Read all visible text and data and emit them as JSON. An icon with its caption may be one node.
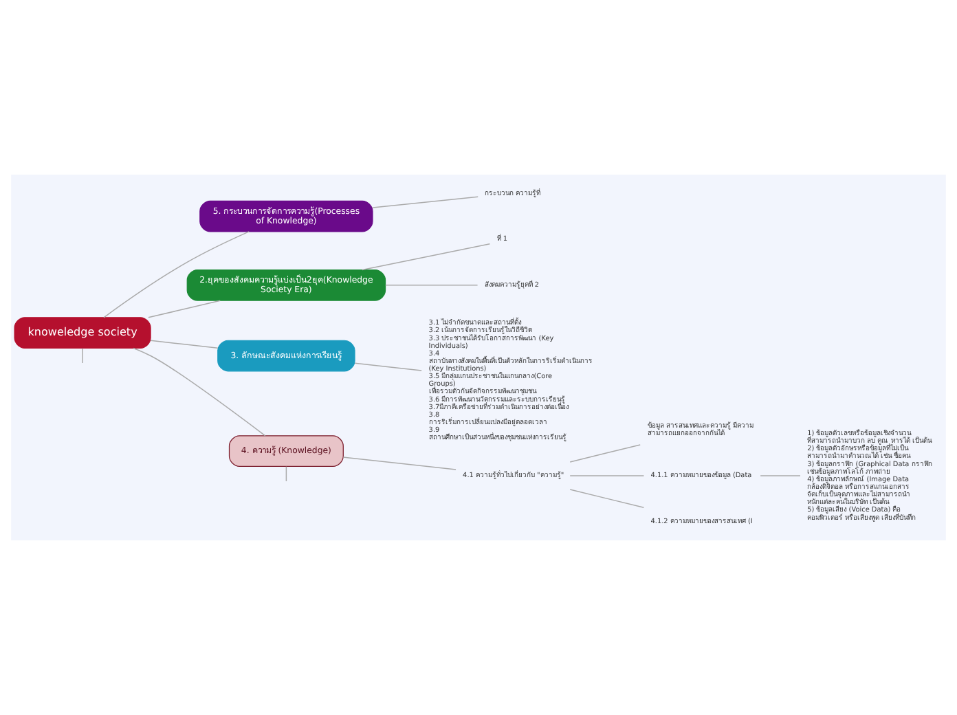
{
  "diagram": {
    "nodes": [
      {
        "text": [
          "knoweledge society"
        ]
      },
      {
        "text": [
          "5. กระบวนการจัดการความรู้(Processes of Knowledge)"
        ]
      },
      {
        "text": [
          "กระบวนก ความรู้ที่"
        ]
      },
      {
        "text": [
          "2.ยุคของสังคมความรู้แบ่งเป็น2ยุค(Knowledge Society Era)"
        ]
      },
      {
        "text": [
          "ที่ 1"
        ]
      },
      {
        "text": [
          "สังคมความรู้ยุคที่ 2"
        ]
      },
      {
        "text": [
          "3. ลักษณะสังคมแห่งการเรียนรู้"
        ]
      },
      {
        "text": [
          "3.1 ไม่จำกัดขนาดและสถานที่ตั้ง",
          "3.2 เน้นการจัดการเรียนรู้ในวิถีชีวิต",
          "3.3 ประชาชนได้รับโอกาสการพัฒนา (Key Individuals)",
          "3.4 สถาบันทางสังคมในพื้นที่เป็นตัวหลักในการริเริ่มดำเนินการ (Key Institutions)",
          "3.5 มีกลุ่มแกนประชาชนในแกนกลาง(Core Groups) เพื่อรวมตัวกันจัดกิจกรรมพัฒนาชุมชน",
          "3.6 มีการพัฒนานวัตกรรมและระบบการเรียนรู้",
          "3.7มีภาคีเครือข่ายที่ร่วมดำเนินการอย่างต่อเนื่อง",
          "3.8 การริเริ่มการเปลี่ยนแปลงมีอยู่ตลอดเวลา",
          "3.9 สถานศึกษาเป็นส่วนหนึ่งของชุมชนแห่งการเรียนรู้"
        ]
      },
      {
        "text": [
          "4. ความรู้ (Knowledge)"
        ]
      },
      {
        "text": [
          "4.1 ความรู้ทั่วไปเกี่ยวกับ \"ความรู้\""
        ]
      },
      {
        "text": [
          "ข้อมูล สารสนเทศและความรู้ มีความ สามารถแยกออกจากกันได้"
        ]
      },
      {
        "text": [
          "4.1.1 ความหมายของข้อมูล (Data"
        ]
      },
      {
        "text": [
          "1) ข้อมูลตัวเลขหรือข้อมูลเชิงจำนวน ที่สามารถนำมาบวก ลบ คูณ หารได้ เป็นต้น",
          "2) ข้อมูลตัวอักษรหรือข้อมูลที่ไม่เป็น สามารถนำมาคำนวณได้ เช่น ชื่อคน",
          "3) ข้อมูลกราฟิก (Graphical Data กราฟิก เช่นข้อมูลภาพโลโก้ ภาพถ่าย",
          "4) ข้อมูลภาพลักษณ์ (Image Data กล้องดิจิตอล หรือการสแกนเอกสาร จัดเก็บเป็นจุดภาพและไม่สามารถนำ หนักแต่ละคนในบริษัท เป็นต้น",
          "5) ข้อมูลเสียง (Voice Data) คือ คอมพิวเตอร์ หรือเสียงพูด เสียงที่บันทึก"
        ]
      },
      {
        "text": [
          "4.1.2 ความหมายของสารสนเทศ (I"
        ]
      }
    ],
    "edges": [
      {
        "from": 0,
        "to": 1,
        "arrow": "none"
      },
      {
        "from": 1,
        "to": 2,
        "arrow": "none"
      },
      {
        "from": 0,
        "to": 3,
        "arrow": "none"
      },
      {
        "from": 3,
        "to": 4,
        "arrow": "none"
      },
      {
        "from": 3,
        "to": 5,
        "arrow": "none"
      },
      {
        "from": 0,
        "to": 6,
        "arrow": "none"
      },
      {
        "from": 6,
        "to": 7,
        "arrow": "none"
      },
      {
        "from": 0,
        "to": 8,
        "arrow": "none"
      },
      {
        "from": 8,
        "to": 9,
        "arrow": "none"
      },
      {
        "from": 9,
        "to": 10,
        "arrow": "none"
      },
      {
        "from": 9,
        "to": 11,
        "arrow": "none"
      },
      {
        "from": 11,
        "to": 12,
        "arrow": "none"
      },
      {
        "from": 9,
        "to": 13,
        "arrow": "none"
      },
      {
        "from": 0,
        "to": null,
        "arrow": "none"
      },
      {
        "from": 8,
        "to": null,
        "arrow": "none"
      }
    ]
  }
}
